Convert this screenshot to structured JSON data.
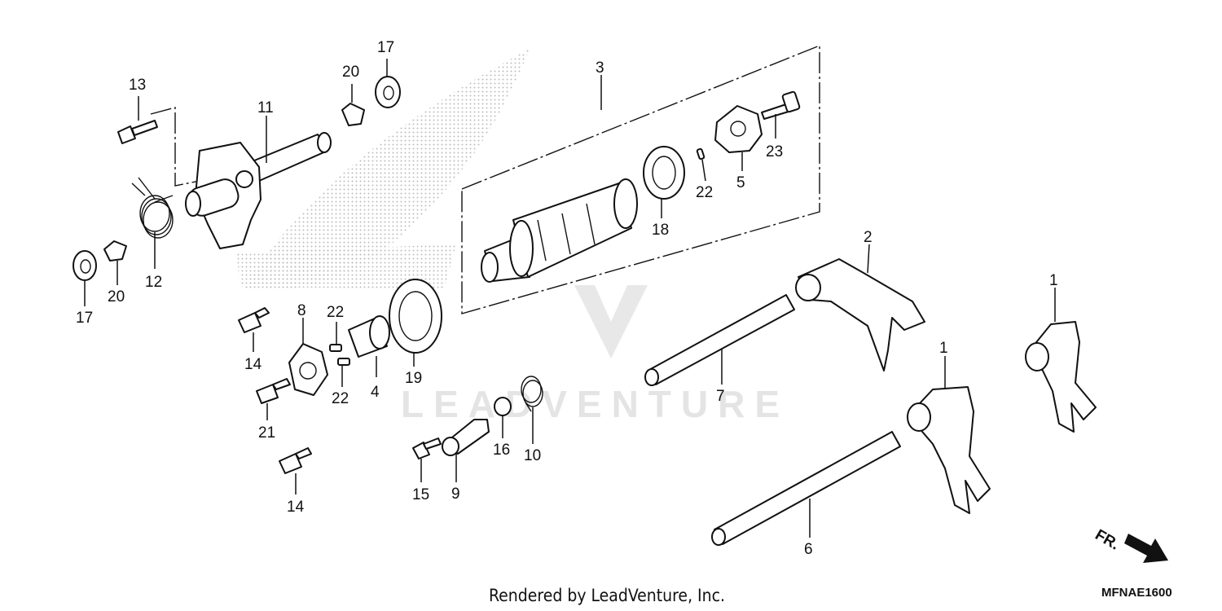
{
  "diagram": {
    "labels": {
      "p1a": "1",
      "p1b": "1",
      "p2": "2",
      "p3": "3",
      "p4": "4",
      "p5": "5",
      "p6": "6",
      "p7": "7",
      "p8": "8",
      "p9": "9",
      "p10": "10",
      "p11": "11",
      "p12": "12",
      "p13": "13",
      "p14a": "14",
      "p14b": "14",
      "p15": "15",
      "p16": "16",
      "p17a": "17",
      "p17b": "17",
      "p18": "18",
      "p19": "19",
      "p20a": "20",
      "p20b": "20",
      "p21": "21",
      "p22a": "22",
      "p22b": "22",
      "p22c": "22",
      "p23": "23"
    },
    "watermark": "LEADVENTURE",
    "credit": "Rendered by LeadVenture, Inc.",
    "front_indicator": "FR.",
    "diagram_code": "MFNAE1600",
    "colors": {
      "ink": "#111111",
      "watermark": "#e4e4e4",
      "halftone": "#bdbdbd"
    }
  }
}
